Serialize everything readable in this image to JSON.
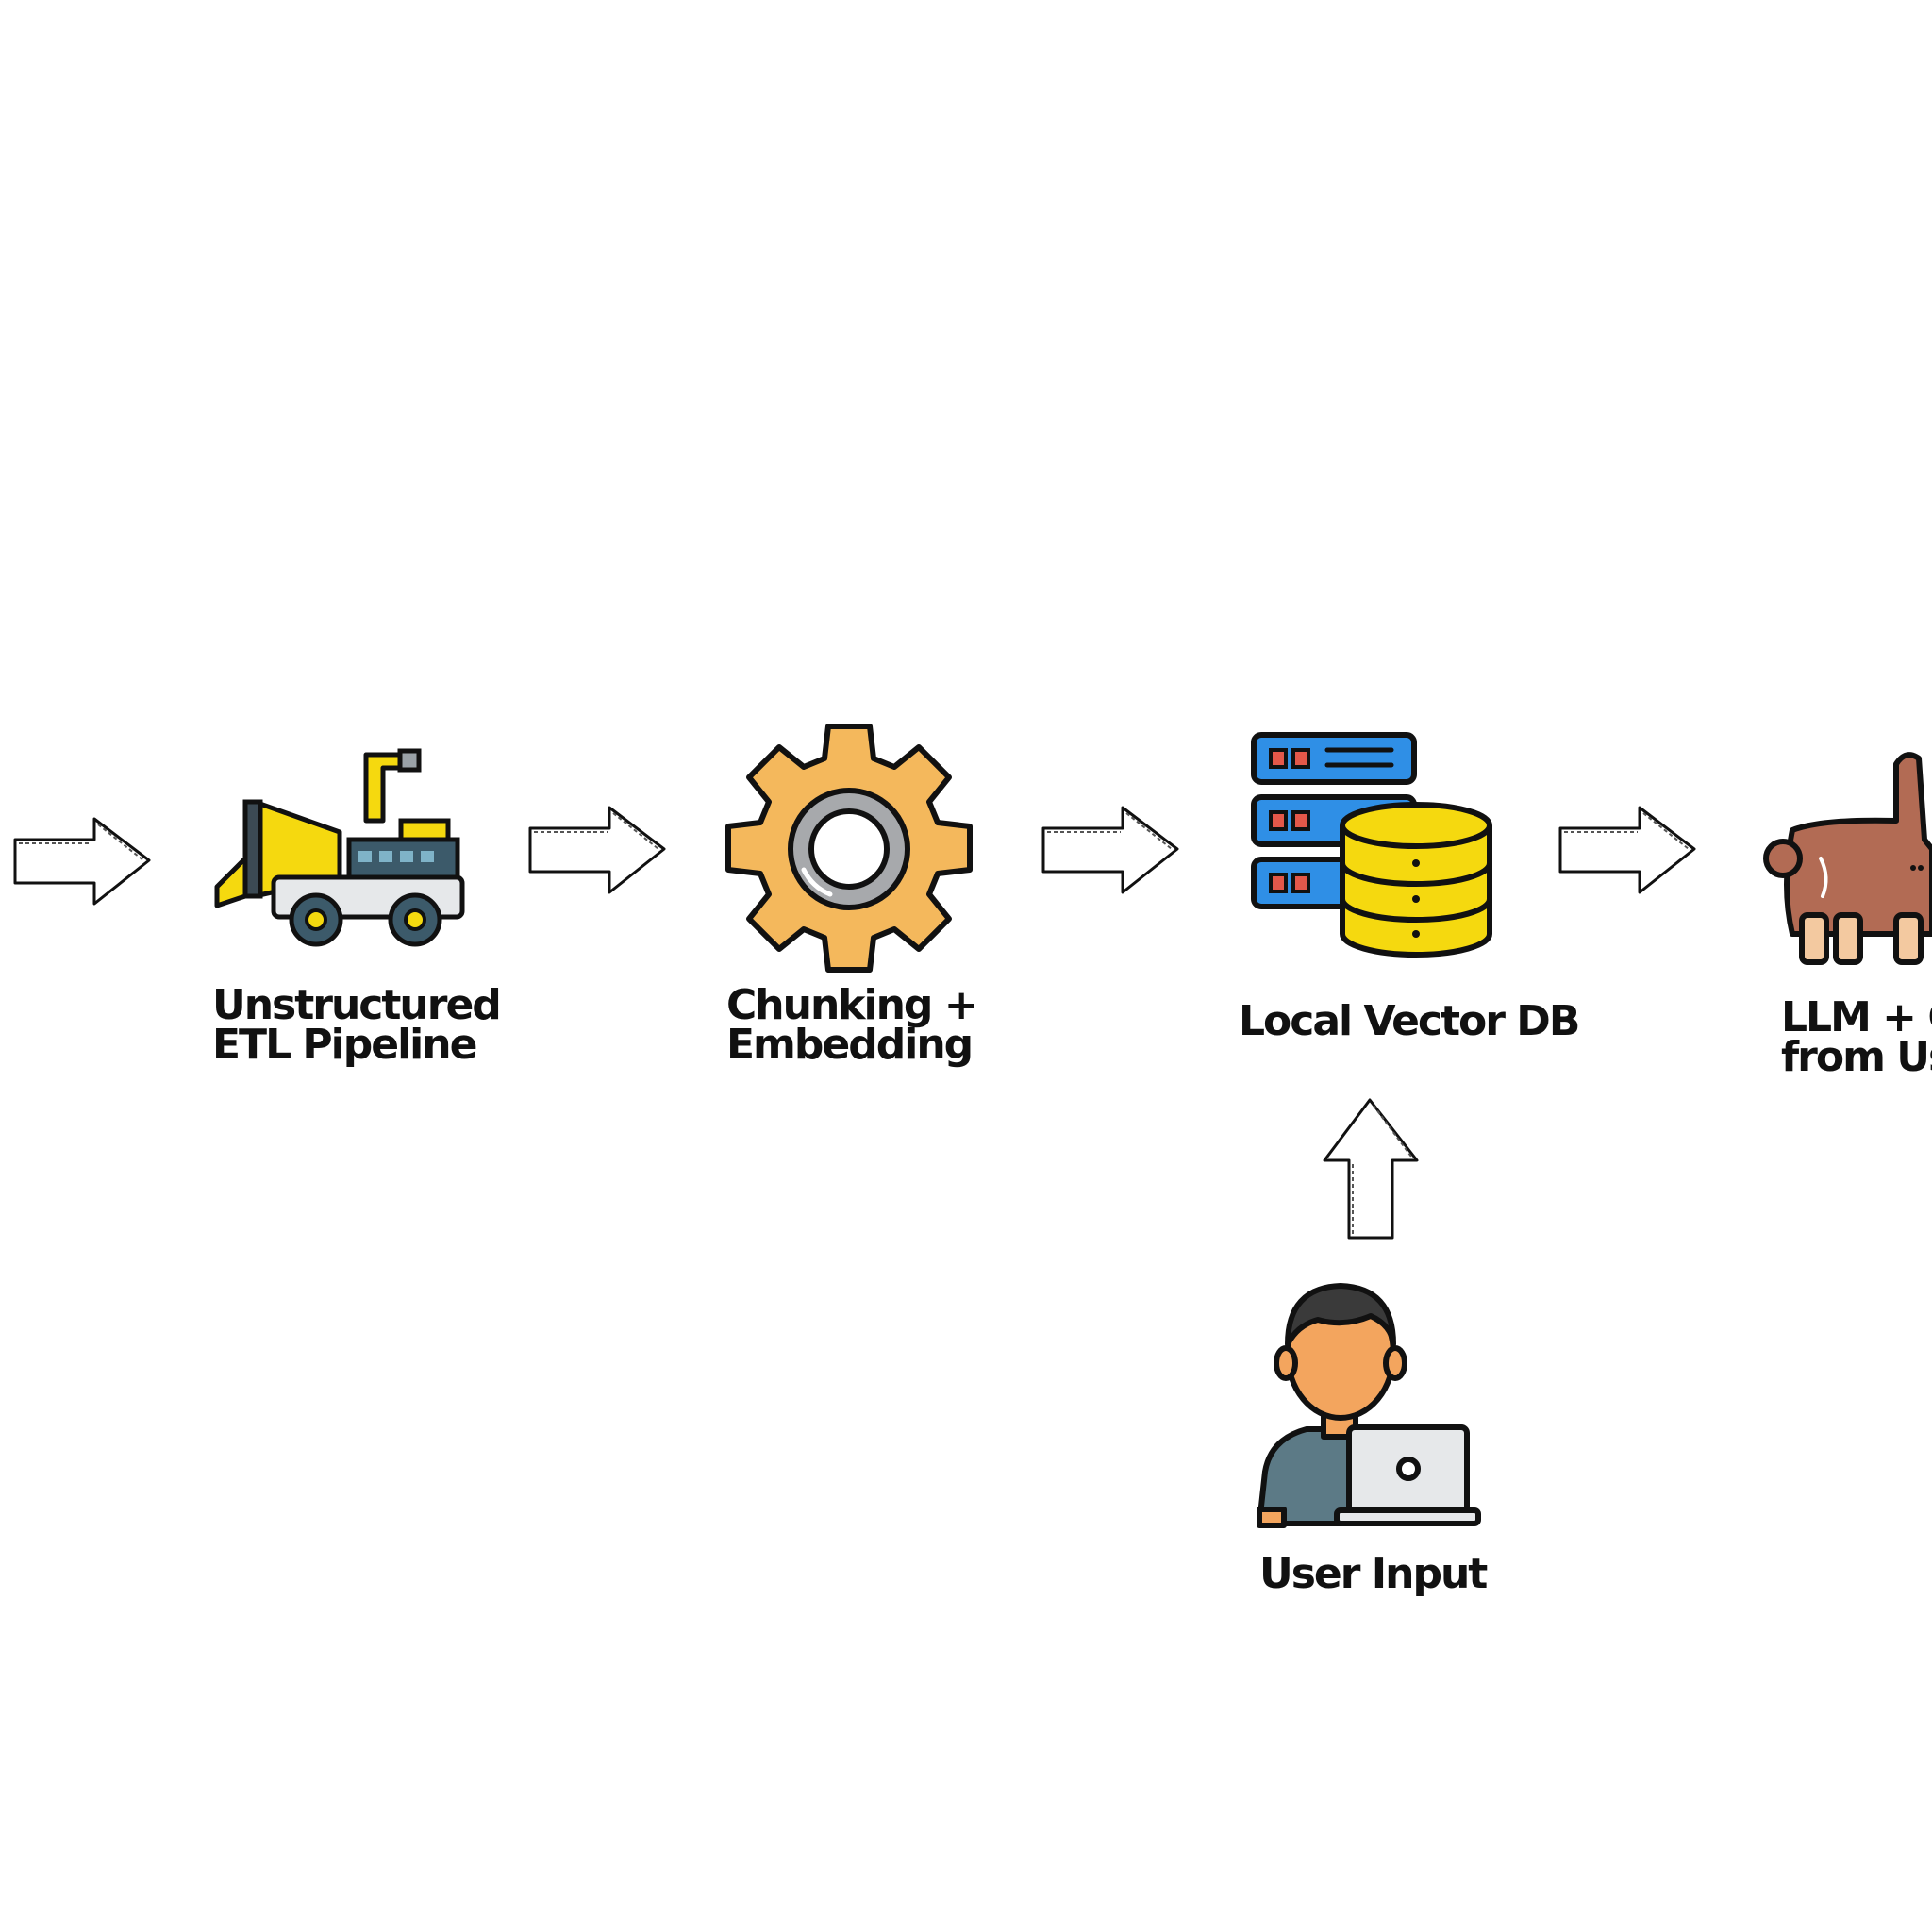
{
  "diagram": {
    "nodes": {
      "etl": {
        "line1": "Unstructured",
        "line2": "ETL Pipeline",
        "icon": "wood-chipper-truck-icon"
      },
      "embed": {
        "line1": "Chunking +",
        "line2": "Embedding",
        "icon": "gear-icon"
      },
      "vectordb": {
        "label": "Local Vector DB",
        "icon": "server-database-icon"
      },
      "llm": {
        "line1": "LLM + C",
        "line2": "from Us",
        "icon": "llama-icon"
      },
      "user": {
        "label": "User Input",
        "icon": "user-laptop-icon"
      }
    },
    "colors": {
      "outline": "#111111",
      "truck_yellow": "#f5d90f",
      "gear_orange": "#f4b85c",
      "gear_gray": "#a7a9ac",
      "server_blue": "#2f8fe6",
      "db_yellow": "#f5d90f",
      "llama_brown": "#b26b54",
      "skin": "#f3a55e",
      "shirt": "#5c7a86",
      "hair": "#3a3a3a"
    }
  }
}
